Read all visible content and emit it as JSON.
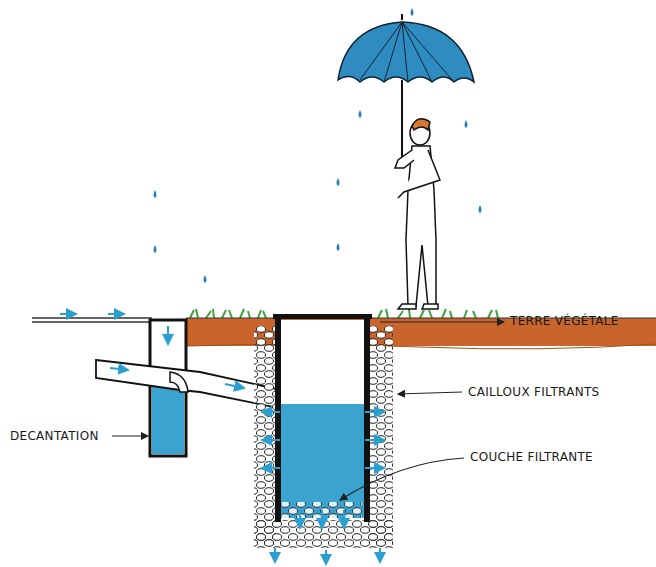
{
  "diagram": {
    "labels": [
      "TERRE VÉGÉTALE",
      "CAILLOUX FILTRANTS",
      "DECANTATION",
      "COUCHE FILTRANTE"
    ]
  }
}
